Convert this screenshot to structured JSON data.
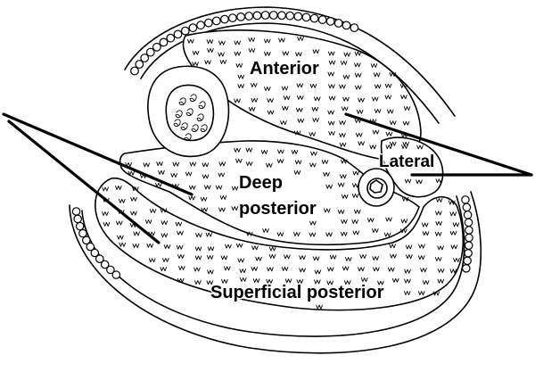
{
  "diagram": {
    "labels": {
      "anterior": "Anterior",
      "lateral": "Lateral",
      "deep_posterior_line1": "Deep",
      "deep_posterior_line2": "posterior",
      "superficial_posterior": "Superficial posterior"
    },
    "compartments": [
      "anterior",
      "lateral",
      "deep-posterior",
      "superficial-posterior"
    ],
    "bones": [
      "tibia",
      "fibula"
    ],
    "colors": {
      "stroke": "#000000",
      "background": "#ffffff"
    }
  }
}
